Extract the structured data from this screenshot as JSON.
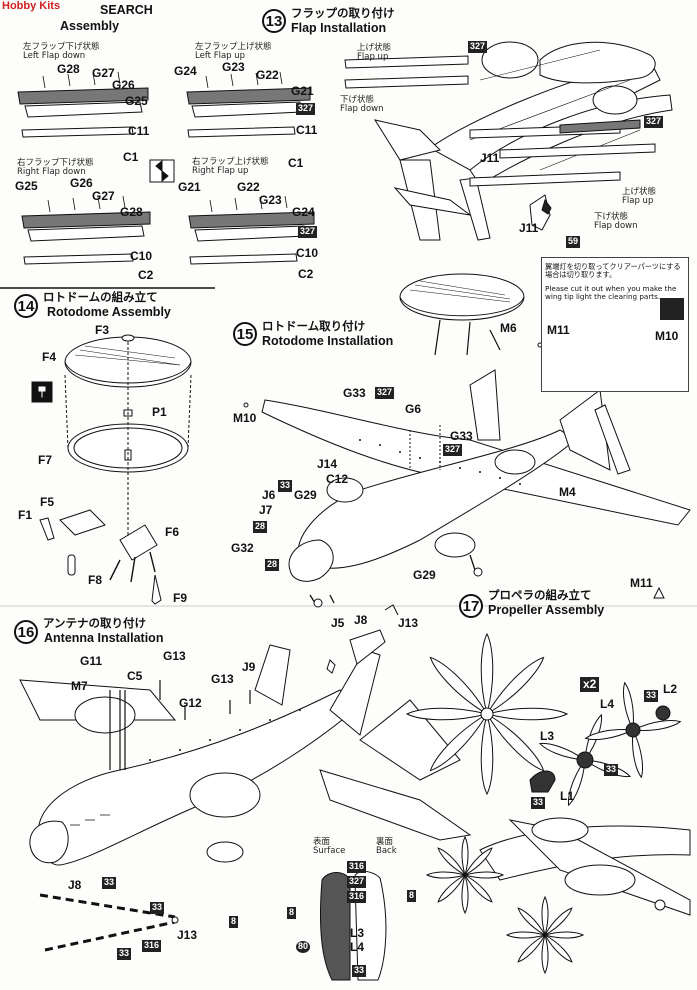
{
  "header": {
    "title_left": "SEARCH",
    "title_left2": "Assembly",
    "watermark": "Hobby Kits"
  },
  "step13": {
    "num": "13",
    "jp": "フラップの取り付け",
    "en": "Flap Installation",
    "flap_up_jp": "上げ状態",
    "flap_up_en": "Flap up",
    "flap_down_jp": "下げ状態",
    "flap_down_en": "Flap down",
    "flap_up2_jp": "上げ状態",
    "flap_up2_en": "Flap up",
    "flap_down2_jp": "下げ状態",
    "flap_down2_en": "Flap down",
    "J11": "J11",
    "code327a": "327",
    "code327b": "327",
    "code59": "59",
    "J11b": "J11"
  },
  "flaps": {
    "lfd_jp": "左フラップ下げ状態",
    "lfd_en": "Left Flap down",
    "lfu_jp": "左フラップ上げ状態",
    "lfu_en": "Left Flap up",
    "rfd_jp": "右フラップ下げ状態",
    "rfd_en": "Right Flap down",
    "rfu_jp": "右フラップ上げ状態",
    "rfu_en": "Right Flap up",
    "p1": [
      "G28",
      "G27",
      "G26",
      "G25",
      "C11",
      "C1"
    ],
    "p2": [
      "G24",
      "G23",
      "G22",
      "G21",
      "327",
      "C11",
      "C1"
    ],
    "p3": [
      "G25",
      "G26",
      "G27",
      "G28",
      "C10",
      "C2"
    ],
    "p4": [
      "G21",
      "G22",
      "G23",
      "G24",
      "327",
      "C10",
      "C2"
    ]
  },
  "step14": {
    "num": "14",
    "jp": "ロトドームの組み立て",
    "en": "Rotodome Assembly",
    "parts": [
      "F3",
      "F4",
      "P1",
      "F7",
      "F5",
      "F1",
      "F6",
      "F8",
      "F9"
    ]
  },
  "step15": {
    "num": "15",
    "jp": "ロトドーム取り付け",
    "en": "Rotodome Installation",
    "parts": [
      "M6",
      "M10",
      "G33",
      "G6",
      "G33",
      "J14",
      "C12",
      "J6",
      "G29",
      "J7",
      "G32",
      "M4",
      "G29",
      "M11"
    ],
    "codes": [
      "327",
      "327",
      "33",
      "28",
      "28"
    ]
  },
  "note": {
    "jp": "翼端灯を切り取ってクリアーパーツにする場合は切り取ります。",
    "en": "Please cut it out when you make the wing tip light the clearing parts.",
    "m11": "M11",
    "m10": "M10"
  },
  "step16": {
    "num": "16",
    "jp": "アンテナの取り付け",
    "en": "Antenna Installation",
    "parts": [
      "G11",
      "M7",
      "C5",
      "G13",
      "G13",
      "J9",
      "G12",
      "J5",
      "J8",
      "J13"
    ],
    "bottom": {
      "j8": "J8",
      "j13": "J13",
      "c33a": "33",
      "c33b": "33",
      "c33c": "33",
      "c316": "316",
      "c8": "8"
    }
  },
  "step17": {
    "num": "17",
    "jp": "プロペラの組み立て",
    "en": "Propeller Assembly",
    "x2": "x2",
    "L2": "L2",
    "L4": "L4",
    "L3": "L3",
    "L1": "L1",
    "c33a": "33",
    "c33b": "33",
    "c33c": "33"
  },
  "paint": {
    "surface_jp": "表面",
    "surface_en": "Surface",
    "back_jp": "裏面",
    "back_en": "Back",
    "c316a": "316",
    "c327": "327",
    "c316b": "316",
    "c8a": "8",
    "c8b": "8",
    "c80": "80",
    "l3": "L3",
    "l4": "L4",
    "c33": "33"
  }
}
